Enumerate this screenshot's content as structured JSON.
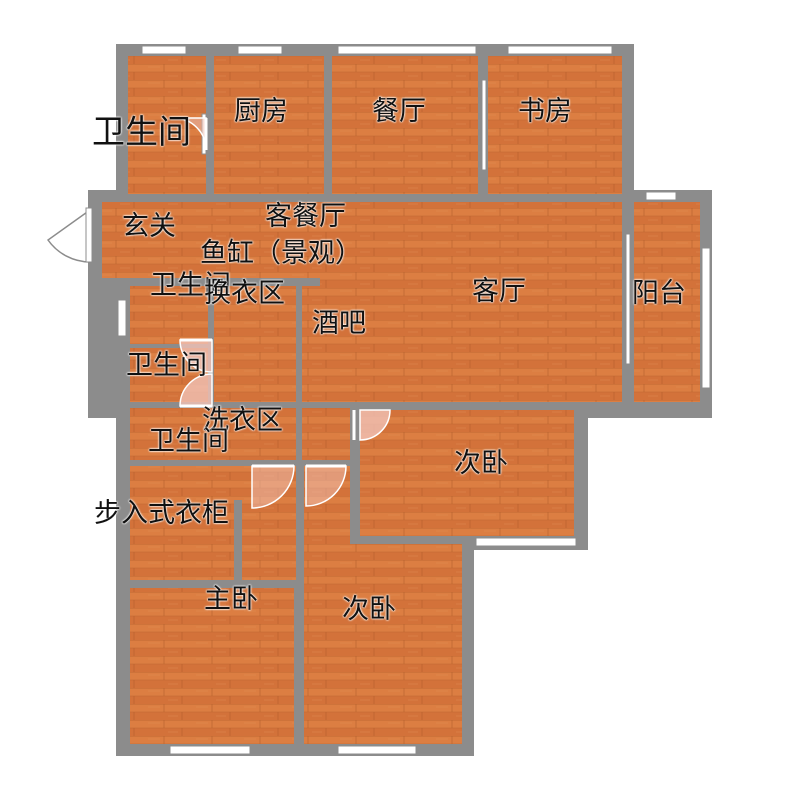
{
  "colors": {
    "wall": "#8c8c8c",
    "floor": "#d9793c",
    "window": "#ffffff",
    "door_swing": "#f1c2b6",
    "text": "#111111"
  },
  "rooms": {
    "bathroom_top": "卫生间",
    "kitchen": "厨房",
    "dining_room": "餐厅",
    "study": "书房",
    "entrance": "玄关",
    "living_dining": "客餐厅",
    "fish_tank": "鱼缸（景观）",
    "bathroom_left": "卫生间",
    "dressing_area": "换衣区",
    "bar": "酒吧",
    "living_room": "客厅",
    "balcony": "阳台",
    "bathroom_middle": "卫生间",
    "laundry_area": "洗衣区",
    "bathroom_lower": "卫生间",
    "second_bedroom_right": "次卧",
    "walk_in_closet": "步入式衣柜",
    "master_bedroom": "主卧",
    "second_bedroom_bottom": "次卧"
  }
}
